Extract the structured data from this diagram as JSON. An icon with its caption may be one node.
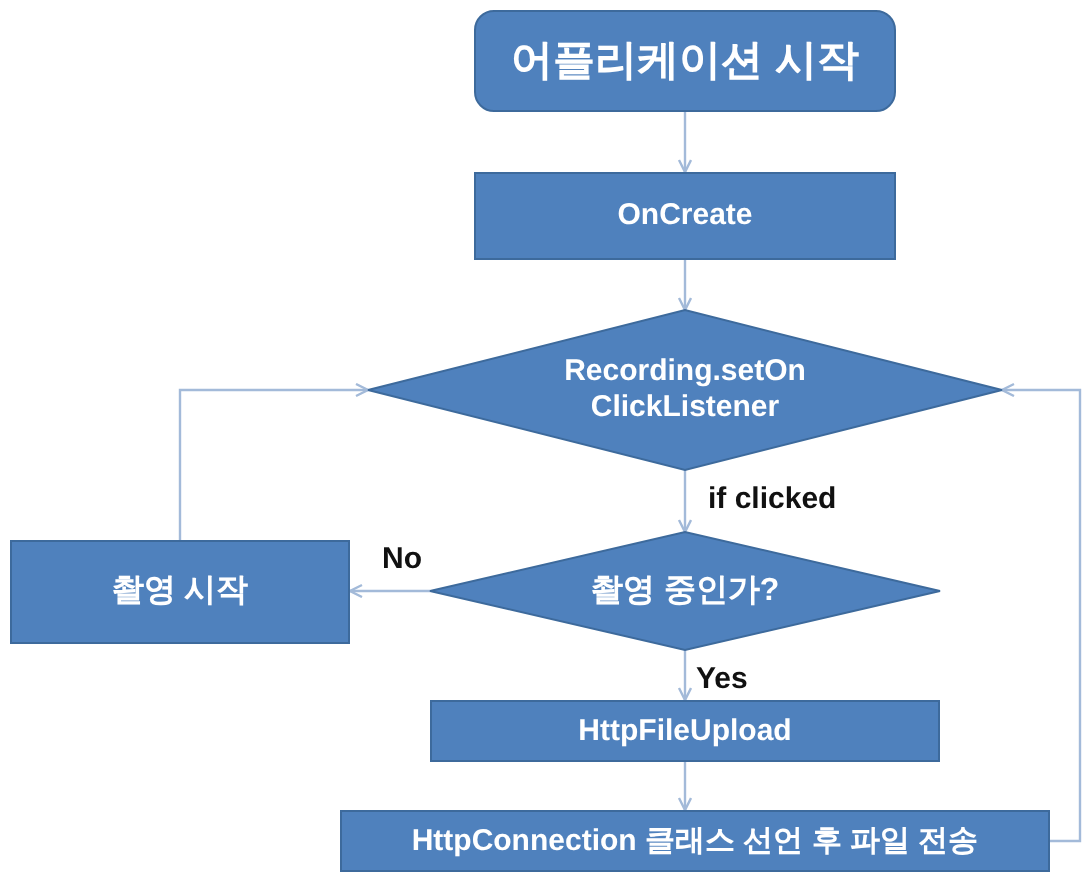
{
  "diagram": {
    "nodes": [
      {
        "text": [
          "어플리케이션 시작"
        ]
      },
      {
        "text": [
          "OnCreate"
        ]
      },
      {
        "text": [
          "Recording.setOn ClickListener"
        ]
      },
      {
        "text": [
          "촬영 시작"
        ]
      },
      {
        "text": [
          "촬영 중인가?"
        ]
      },
      {
        "text": [
          "HttpFileUpload"
        ]
      },
      {
        "text": [
          "HttpConnection 클래스 선언 후 파일 전송"
        ]
      }
    ],
    "edges": [
      {
        "from": 0,
        "to": 1,
        "arrow": "to"
      },
      {
        "from": 1,
        "to": 2,
        "arrow": "to"
      },
      {
        "from": 2,
        "to": 4,
        "arrow": "to",
        "label": "if clicked"
      },
      {
        "from": 4,
        "to": 3,
        "arrow": "to",
        "label": "No"
      },
      {
        "from": 4,
        "to": 5,
        "arrow": "to",
        "label": "Yes"
      },
      {
        "from": 5,
        "to": 6,
        "arrow": "to"
      },
      {
        "from": 6,
        "to": 2,
        "arrow": "to"
      },
      {
        "from": 3,
        "to": 2,
        "arrow": "to"
      }
    ]
  }
}
